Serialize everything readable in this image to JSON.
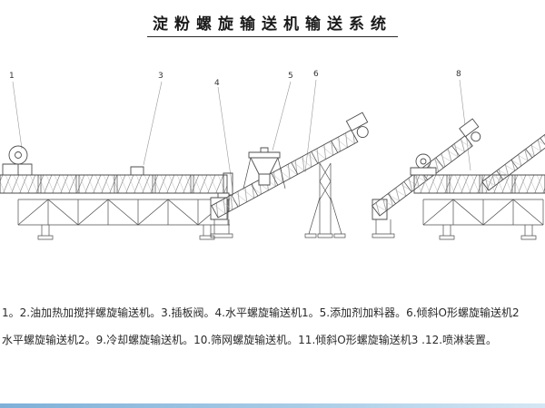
{
  "page": {
    "title": "淀粉螺旋输送机输送系统"
  },
  "caption": {
    "line1": "1。2.油加热加搅拌螺旋输送机。3.插板阀。4.水平螺旋输送机1。5.添加剂加料器。6.倾斜O形螺旋输送机2",
    "line2": "水平螺旋输送机2。9.冷却螺旋输送机。10.筛网螺旋输送机。11.倾斜O形螺旋输送机3 .12.喷淋装置。"
  },
  "callouts": [
    {
      "label": "1"
    },
    {
      "label": "3"
    },
    {
      "label": "4"
    },
    {
      "label": "5"
    },
    {
      "label": "6"
    },
    {
      "label": "8"
    }
  ],
  "colors": {
    "line": "#4d4d4d",
    "hatch": "#8a8a8a",
    "accent_band": "#7fb0d8"
  }
}
